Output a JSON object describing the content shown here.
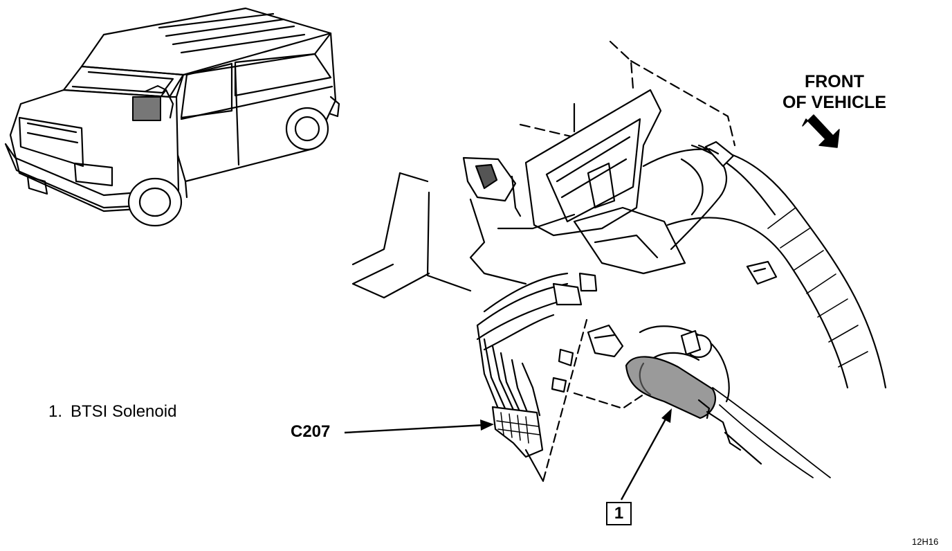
{
  "front_label": {
    "line1": "FRONT",
    "line2": "OF VEHICLE"
  },
  "legend": {
    "items": [
      {
        "number": "1.",
        "text": "BTSI Solenoid"
      }
    ]
  },
  "callouts": {
    "connector": "C207",
    "solenoid_number": "1"
  },
  "figure_id": "12H16"
}
